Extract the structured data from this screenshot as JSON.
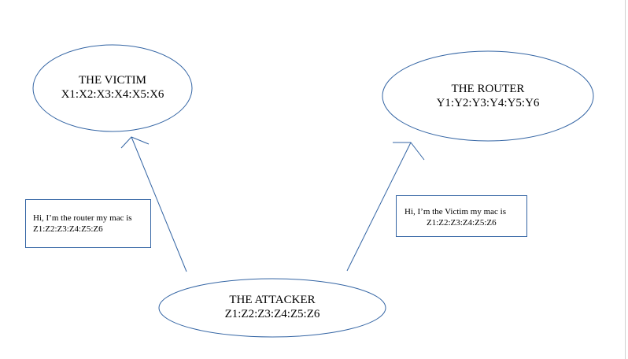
{
  "diagram": {
    "victim": {
      "title": "THE VICTIM",
      "mac": "X1:X2:X3:X4:X5:X6"
    },
    "router": {
      "title": "THE ROUTER",
      "mac": "Y1:Y2:Y3:Y4:Y5:Y6"
    },
    "attacker": {
      "title": "THE ATTACKER",
      "mac": "Z1:Z2:Z3:Z4:Z5:Z6"
    },
    "message_to_victim": {
      "line1": "Hi, I’m the router my mac is",
      "line2": "Z1:Z2:Z3:Z4:Z5:Z6"
    },
    "message_to_router": {
      "line1": "Hi, I’m the Victim my mac is",
      "line2": "Z1:Z2:Z3:Z4:Z5:Z6"
    },
    "colors": {
      "stroke": "#3465a4",
      "text": "#000000",
      "background": "#ffffff"
    }
  }
}
